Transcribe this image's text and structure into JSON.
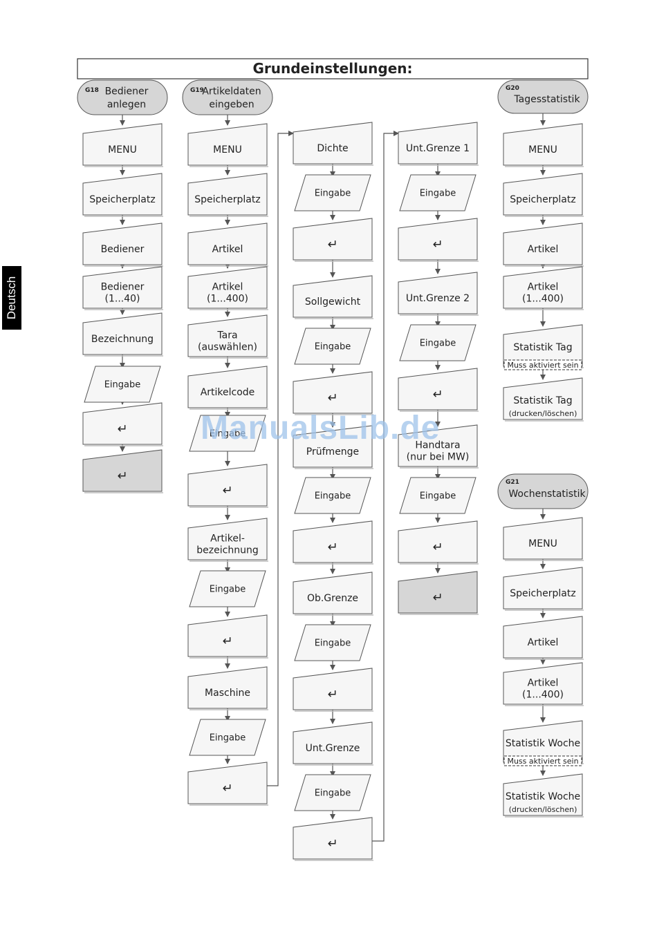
{
  "page": {
    "side_tab": "Deutsch",
    "title": "Grundeinstellungen:",
    "watermark": "ManualsLib.de"
  },
  "colors": {
    "node_fill": "#f6f6f6",
    "shaded_fill": "#d6d6d6",
    "stroke": "#555555"
  },
  "columns": [
    {
      "id": "g18",
      "start": {
        "code": "G18",
        "lines": [
          "Bediener",
          "anlegen"
        ]
      },
      "steps": [
        {
          "type": "manual",
          "lines": [
            "MENU"
          ]
        },
        {
          "type": "manual",
          "lines": [
            "Speicherplatz"
          ]
        },
        {
          "type": "manual",
          "lines": [
            "Bediener"
          ]
        },
        {
          "type": "manual",
          "lines": [
            "Bediener",
            "(1...40)"
          ]
        },
        {
          "type": "manual",
          "lines": [
            "Bezeichnung"
          ]
        },
        {
          "type": "input",
          "lines": [
            "Eingabe"
          ]
        },
        {
          "type": "enter",
          "lines": [
            "↵"
          ]
        },
        {
          "type": "enter-shaded",
          "lines": [
            "↵"
          ]
        }
      ]
    },
    {
      "id": "g19",
      "start": {
        "code": "G19",
        "lines": [
          "Artikeldaten",
          "eingeben"
        ]
      },
      "steps": [
        {
          "type": "manual",
          "lines": [
            "MENU"
          ]
        },
        {
          "type": "manual",
          "lines": [
            "Speicherplatz"
          ]
        },
        {
          "type": "manual",
          "lines": [
            "Artikel"
          ]
        },
        {
          "type": "manual",
          "lines": [
            "Artikel",
            "(1...400)"
          ]
        },
        {
          "type": "manual",
          "lines": [
            "Tara",
            "(auswählen)"
          ]
        },
        {
          "type": "manual",
          "lines": [
            "Artikelcode"
          ]
        },
        {
          "type": "input",
          "lines": [
            "Eingabe"
          ]
        },
        {
          "type": "enter",
          "lines": [
            "↵"
          ]
        },
        {
          "type": "manual",
          "lines": [
            "Artikel-",
            "bezeichnung"
          ]
        },
        {
          "type": "input",
          "lines": [
            "Eingabe"
          ]
        },
        {
          "type": "enter",
          "lines": [
            "↵"
          ]
        },
        {
          "type": "manual",
          "lines": [
            "Maschine"
          ]
        },
        {
          "type": "input",
          "lines": [
            "Eingabe"
          ]
        },
        {
          "type": "enter",
          "lines": [
            "↵"
          ]
        }
      ]
    },
    {
      "id": "g19b",
      "steps": [
        {
          "type": "manual",
          "lines": [
            "Dichte"
          ]
        },
        {
          "type": "input",
          "lines": [
            "Eingabe"
          ]
        },
        {
          "type": "enter",
          "lines": [
            "↵"
          ]
        },
        {
          "type": "manual",
          "lines": [
            "Sollgewicht"
          ]
        },
        {
          "type": "input",
          "lines": [
            "Eingabe"
          ]
        },
        {
          "type": "enter",
          "lines": [
            "↵"
          ]
        },
        {
          "type": "manual",
          "lines": [
            "Prüfmenge"
          ]
        },
        {
          "type": "input",
          "lines": [
            "Eingabe"
          ]
        },
        {
          "type": "enter",
          "lines": [
            "↵"
          ]
        },
        {
          "type": "manual",
          "lines": [
            "Ob.Grenze"
          ]
        },
        {
          "type": "input",
          "lines": [
            "Eingabe"
          ]
        },
        {
          "type": "enter",
          "lines": [
            "↵"
          ]
        },
        {
          "type": "manual",
          "lines": [
            "Unt.Grenze"
          ]
        },
        {
          "type": "input",
          "lines": [
            "Eingabe"
          ]
        },
        {
          "type": "enter",
          "lines": [
            "↵"
          ]
        }
      ]
    },
    {
      "id": "g19c",
      "steps": [
        {
          "type": "manual",
          "lines": [
            "Unt.Grenze 1"
          ]
        },
        {
          "type": "input",
          "lines": [
            "Eingabe"
          ]
        },
        {
          "type": "enter",
          "lines": [
            "↵"
          ]
        },
        {
          "type": "manual",
          "lines": [
            "Unt.Grenze 2"
          ]
        },
        {
          "type": "input",
          "lines": [
            "Eingabe"
          ]
        },
        {
          "type": "enter",
          "lines": [
            "↵"
          ]
        },
        {
          "type": "manual",
          "lines": [
            "Handtara",
            "(nur bei MW)"
          ]
        },
        {
          "type": "input",
          "lines": [
            "Eingabe"
          ]
        },
        {
          "type": "enter",
          "lines": [
            "↵"
          ]
        },
        {
          "type": "enter-shaded",
          "lines": [
            "↵"
          ]
        }
      ]
    },
    {
      "id": "g20",
      "start": {
        "code": "G20",
        "lines": [
          "Tagesstatistik"
        ]
      },
      "steps": [
        {
          "type": "manual",
          "lines": [
            "MENU"
          ]
        },
        {
          "type": "manual",
          "lines": [
            "Speicherplatz"
          ]
        },
        {
          "type": "manual",
          "lines": [
            "Artikel"
          ]
        },
        {
          "type": "manual",
          "lines": [
            "Artikel",
            "(1...400)"
          ]
        },
        {
          "type": "manual",
          "lines": [
            "Statistik Tag"
          ],
          "note": "Muss aktiviert sein"
        },
        {
          "type": "manual",
          "lines": [
            "Statistik Tag"
          ],
          "sub": "(drucken/löschen)"
        }
      ]
    },
    {
      "id": "g21",
      "start": {
        "code": "G21",
        "lines": [
          "Wochenstatistik"
        ]
      },
      "steps": [
        {
          "type": "manual",
          "lines": [
            "MENU"
          ]
        },
        {
          "type": "manual",
          "lines": [
            "Speicherplatz"
          ]
        },
        {
          "type": "manual",
          "lines": [
            "Artikel"
          ]
        },
        {
          "type": "manual",
          "lines": [
            "Artikel",
            "(1...400)"
          ]
        },
        {
          "type": "manual",
          "lines": [
            "Statistik Woche"
          ],
          "note": "Muss aktiviert sein"
        },
        {
          "type": "manual",
          "lines": [
            "Statistik Woche"
          ],
          "sub": "(drucken/löschen)"
        }
      ]
    }
  ]
}
